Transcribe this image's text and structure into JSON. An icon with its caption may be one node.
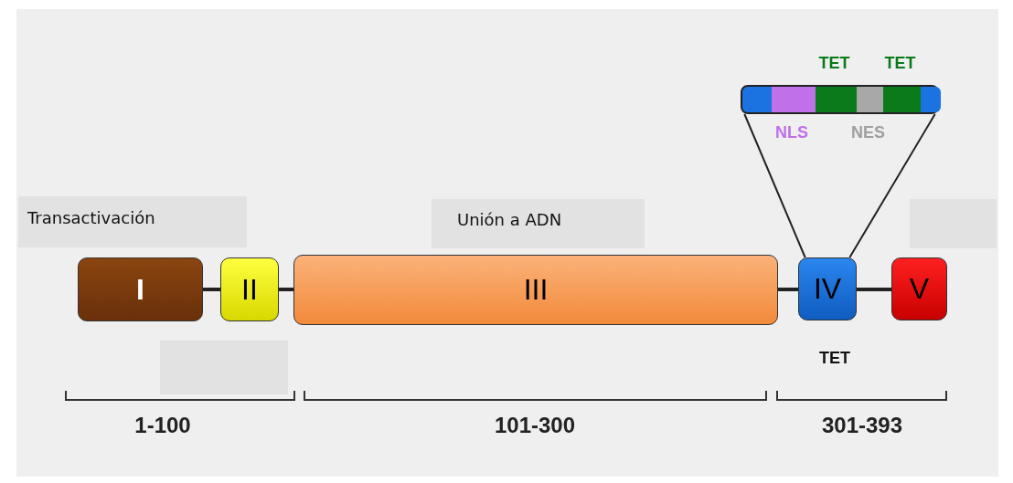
{
  "diagram": {
    "nodes": [
      {
        "text": [
          "I"
        ]
      },
      {
        "text": [
          "II"
        ]
      },
      {
        "text": [
          "III"
        ]
      },
      {
        "text": [
          "IV"
        ]
      },
      {
        "text": [
          "V"
        ]
      },
      {
        "text": [],
        "shape": "bar"
      },
      {
        "text": [],
        "shape": "box",
        "in": 5
      },
      {
        "text": [],
        "shape": "box",
        "in": 5,
        "beside": [
          "NLS"
        ]
      },
      {
        "text": [],
        "shape": "box",
        "in": 5,
        "beside": [
          "TET"
        ]
      },
      {
        "text": [],
        "shape": "box",
        "in": 5,
        "beside": [
          "NES"
        ]
      },
      {
        "text": [],
        "shape": "box",
        "in": 5,
        "beside": [
          "TET"
        ]
      },
      {
        "text": [],
        "shape": "box",
        "in": 5
      }
    ],
    "edges": [
      {
        "from": 0,
        "to": 1,
        "arrow": "none"
      },
      {
        "from": 1,
        "to": 2,
        "arrow": "none"
      },
      {
        "from": 2,
        "to": 3,
        "arrow": "none"
      },
      {
        "from": 3,
        "to": 4,
        "arrow": "none"
      },
      {
        "from": 3,
        "to": 5,
        "arrow": "none"
      },
      {
        "from": 3,
        "to": 5,
        "arrow": "none"
      }
    ],
    "labels": [
      "Transactivación",
      "Unión a ADN",
      "TET",
      "1-100",
      "101-300",
      "301-393"
    ]
  }
}
